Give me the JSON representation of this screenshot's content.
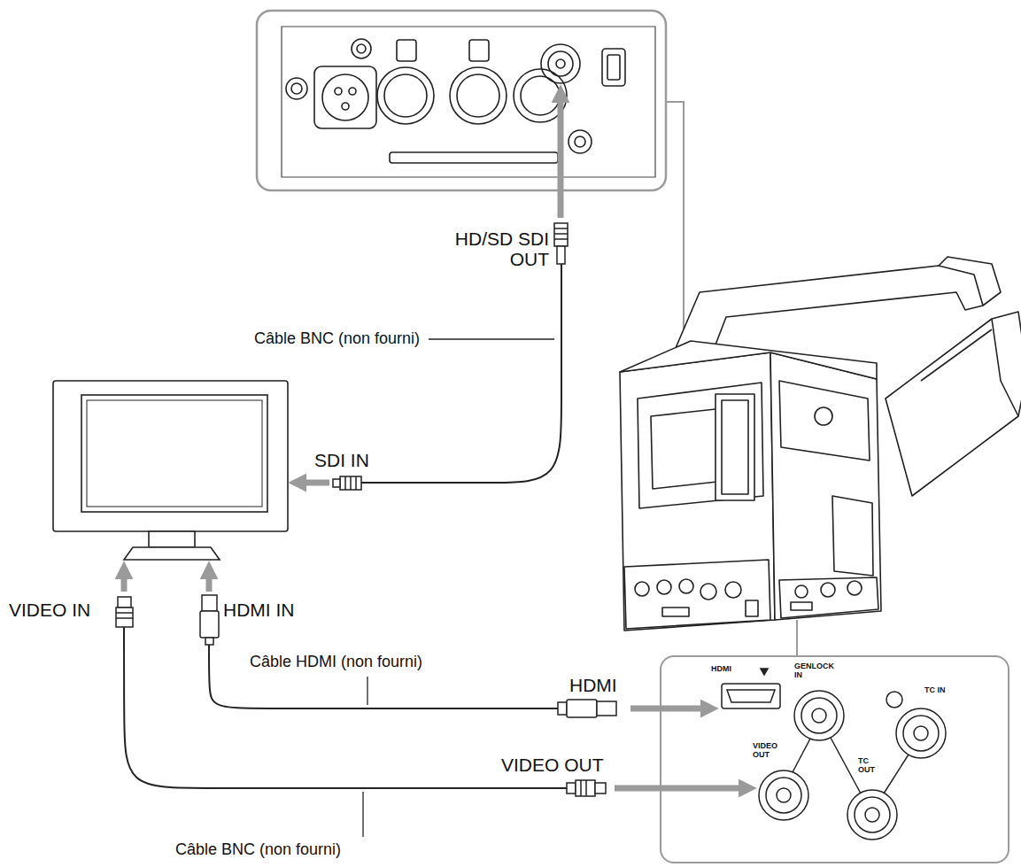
{
  "diagram": {
    "nodes": [
      {
        "text": [
          "HDMI",
          "GENLOCK IN",
          "TC IN",
          "VIDEO OUT",
          "TC OUT"
        ]
      }
    ],
    "labels": [
      "HD/SD SDI OUT",
      "Câble BNC (non fourni)",
      "SDI IN",
      "VIDEO IN",
      "HDMI IN",
      "Câble HDMI (non fourni)",
      "HDMI",
      "VIDEO OUT",
      "Câble BNC (non fourni)"
    ]
  }
}
